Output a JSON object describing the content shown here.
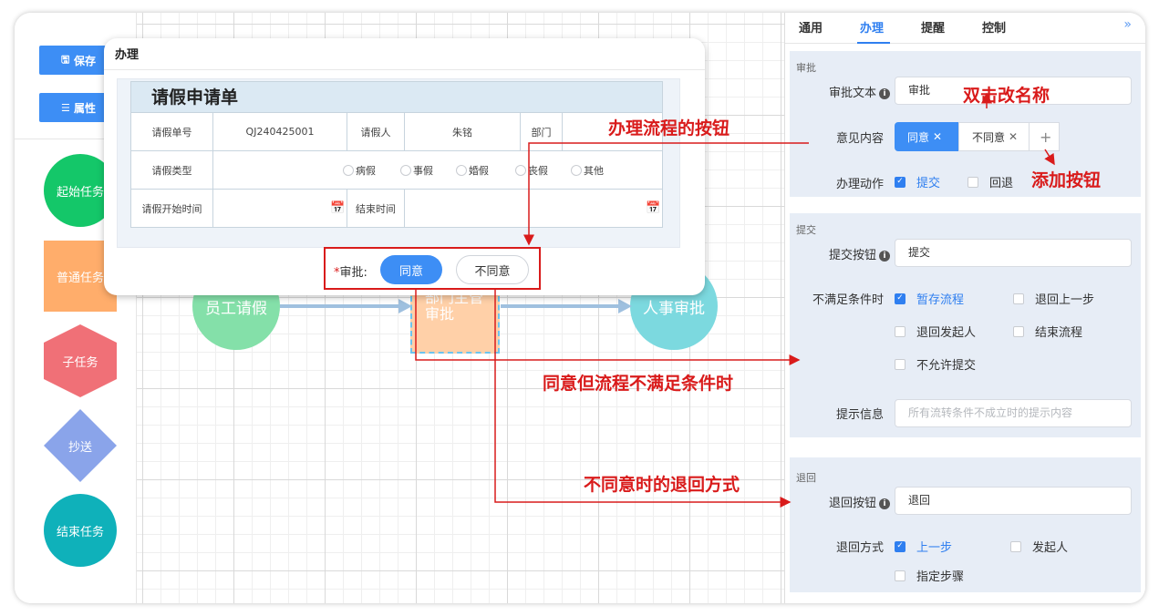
{
  "toolbar": {
    "save_label": "保存",
    "props_label": "属性"
  },
  "palette": [
    "起始任务",
    "普通任务",
    "子任务",
    "抄送",
    "结束任务"
  ],
  "flow": {
    "node1": "员工请假",
    "node2": "部门主管审批",
    "node3": "人事审批"
  },
  "dialog": {
    "title": "办理",
    "form_title": "请假申请单",
    "row1": {
      "c1": "请假单号",
      "c2": "QJ240425001",
      "c3": "请假人",
      "c4": "朱铭",
      "c5": "部门"
    },
    "row2": {
      "c1": "请假类型",
      "options": [
        "病假",
        "事假",
        "婚假",
        "丧假",
        "其他"
      ]
    },
    "row3": {
      "c1": "请假开始时间",
      "c3": "结束时间"
    },
    "approve_label": "审批:",
    "agree": "同意",
    "disagree": "不同意"
  },
  "panel": {
    "tabs": [
      "通用",
      "办理",
      "提醒",
      "控制"
    ],
    "expand": "»",
    "s1": {
      "title": "审批",
      "text_label": "审批文本",
      "text_value": "审批",
      "opinion_label": "意见内容",
      "chip1": "同意",
      "chip2": "不同意",
      "add": "+",
      "action_label": "办理动作",
      "opt_submit": "提交",
      "opt_back": "回退"
    },
    "s2": {
      "title": "提交",
      "btn_label": "提交按钮",
      "btn_value": "提交",
      "cond_label": "不满足条件时",
      "opts": [
        "暂存流程",
        "退回上一步",
        "退回发起人",
        "结束流程",
        "不允许提交"
      ],
      "tip_label": "提示信息",
      "tip_placeholder": "所有流转条件不成立时的提示内容"
    },
    "s3": {
      "title": "退回",
      "btn_label": "退回按钮",
      "btn_value": "退回",
      "mode_label": "退回方式",
      "opts": [
        "上一步",
        "发起人",
        "指定步骤"
      ]
    }
  },
  "annotations": {
    "rename": "双击改名称",
    "process_btn": "办理流程的按钮",
    "add_btn": "添加按钮",
    "agree_unmet": "同意但流程不满足条件时",
    "disagree_back": "不同意时的退回方式"
  },
  "colors": {
    "accent": "#2f7ff0",
    "annotation": "#d91b1b"
  }
}
